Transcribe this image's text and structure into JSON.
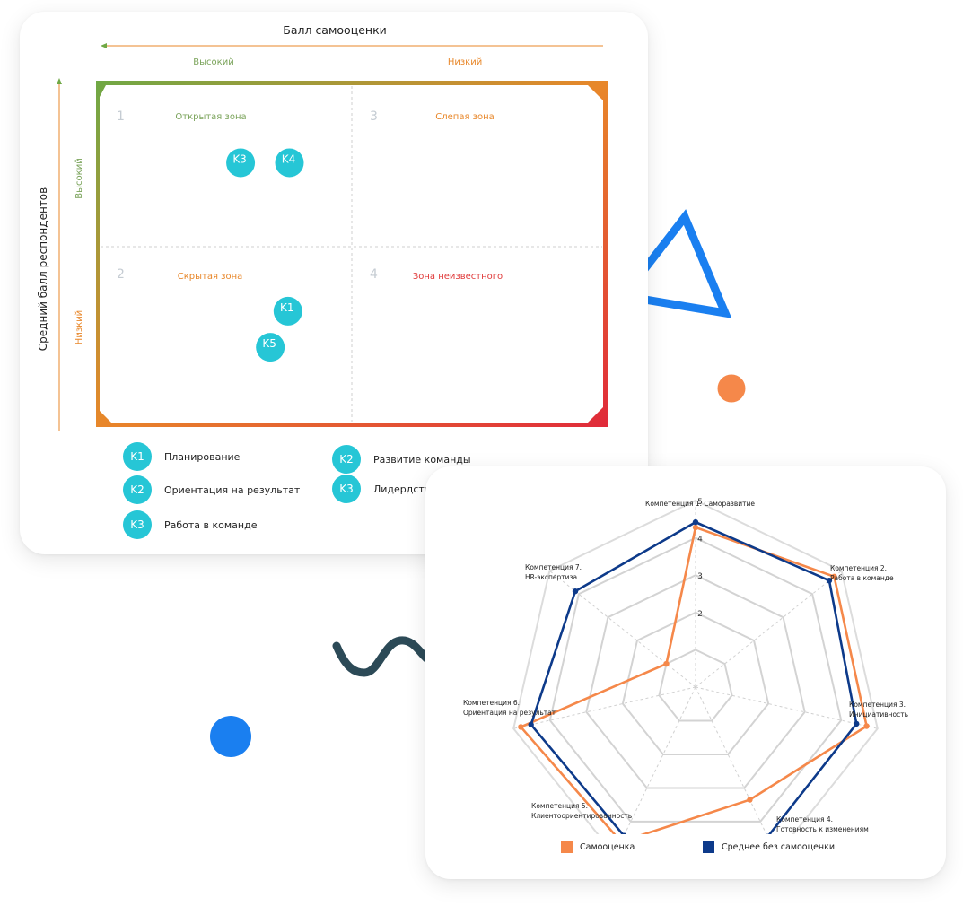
{
  "johari": {
    "x_axis_title": "Балл самооценки",
    "x_high": "Высокий",
    "x_low": "Низкий",
    "y_axis_title": "Средний балл респондентов",
    "y_high": "Высокий",
    "y_low": "Низкий",
    "quadrants": [
      {
        "number": "1",
        "title": "Открытая зона",
        "color": "#7aa35a"
      },
      {
        "number": "3",
        "title": "Слепая зона",
        "color": "#e8872a"
      },
      {
        "number": "2",
        "title": "Скрытая зона",
        "color": "#e8872a"
      },
      {
        "number": "4",
        "title": "Зона неизвестного",
        "color": "#e03a3a"
      }
    ],
    "legend": [
      {
        "code": "K1",
        "label": "Планирование"
      },
      {
        "code": "K2",
        "label": "Развитие команды"
      },
      {
        "code": "K2",
        "label": "Ориентация на результат"
      },
      {
        "code": "K3",
        "label": "Лидердство"
      },
      {
        "code": "K3",
        "label": "Работа в команде"
      }
    ]
  },
  "chart_data": [
    {
      "type": "scatter",
      "title": "Балл самооценки",
      "xlabel": "Балл самооценки",
      "ylabel": "Средний балл респондентов",
      "x_direction": "high-to-low",
      "grid": true,
      "points": [
        {
          "label": "K3",
          "quadrant": "Открытая зона",
          "self_position": 0.28,
          "respondents_position": 0.23
        },
        {
          "label": "K4",
          "quadrant": "Открытая зона",
          "self_position": 0.377,
          "respondents_position": 0.23
        },
        {
          "label": "K1",
          "quadrant": "Скрытая зона",
          "self_position": 0.374,
          "respondents_position": 0.67
        },
        {
          "label": "K5",
          "quadrant": "Скрытая зона",
          "self_position": 0.339,
          "respondents_position": 0.777
        }
      ]
    },
    {
      "type": "radar",
      "scale_max": 5,
      "tick_labels": [
        "2",
        "3",
        "4",
        "5"
      ],
      "axes": [
        [
          "Компетенция 1. Саморазвитие"
        ],
        [
          "Компетенция 2.",
          "Работа в команде"
        ],
        [
          "Компетенция 3.",
          "Инициативность"
        ],
        [
          "Компетенция 4.",
          "Готовность к изменениям"
        ],
        [
          "Компетенция 5.",
          "Клиентоориентированность"
        ],
        [
          "Компетенция 6.",
          "Ориентация на результат"
        ],
        [
          "Компетенция 7.",
          "HR-экспертиза"
        ]
      ],
      "series": [
        {
          "name": "Самооценка",
          "color": "#f5884a",
          "values": [
            4.28,
            4.75,
            4.7,
            3.35,
            4.6,
            4.8,
            1.0
          ]
        },
        {
          "name": "Среднее без самооценки",
          "color": "#0d3a8a",
          "values": [
            4.42,
            4.58,
            4.42,
            4.45,
            4.42,
            4.52,
            4.12
          ]
        }
      ],
      "legend_position": "bottom"
    }
  ]
}
